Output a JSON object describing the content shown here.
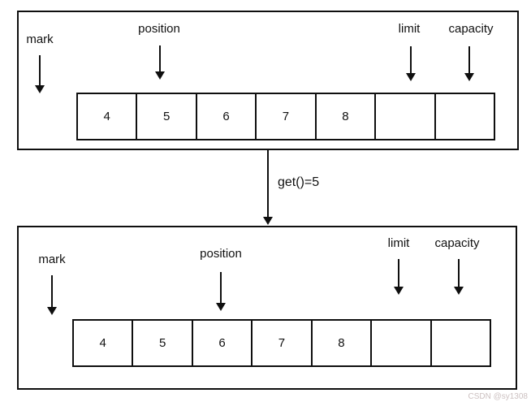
{
  "watermark": "CSDN @sy1308",
  "transition": {
    "label": "get()=5"
  },
  "colors": {
    "stroke": "#0f0f0f",
    "background": "#ffffff",
    "watermark_text": "#ccc0c0"
  },
  "panels": [
    {
      "pointer_labels": {
        "mark": "mark",
        "position": "position",
        "limit": "limit",
        "capacity": "capacity"
      },
      "cells": [
        "4",
        "5",
        "6",
        "7",
        "8",
        "",
        ""
      ]
    },
    {
      "pointer_labels": {
        "mark": "mark",
        "position": "position",
        "limit": "limit",
        "capacity": "capacity"
      },
      "cells": [
        "4",
        "5",
        "6",
        "7",
        "8",
        "",
        ""
      ]
    }
  ]
}
